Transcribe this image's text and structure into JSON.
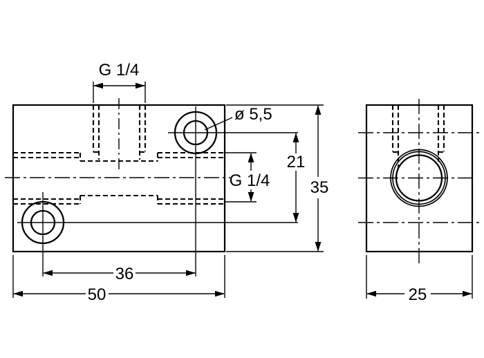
{
  "colors": {
    "background": "#ffffff",
    "part_fill": "#d4d4d4",
    "line": "#000000"
  },
  "front_view": {
    "labels": {
      "top_port_thread": "G 1/4",
      "hole_diameter": "ø 5,5",
      "side_port_thread": "G 1/4",
      "hole_spacing_vertical": "21",
      "height": "35",
      "hole_spacing_horizontal": "36",
      "width": "50"
    }
  },
  "side_view": {
    "labels": {
      "depth": "25"
    }
  }
}
